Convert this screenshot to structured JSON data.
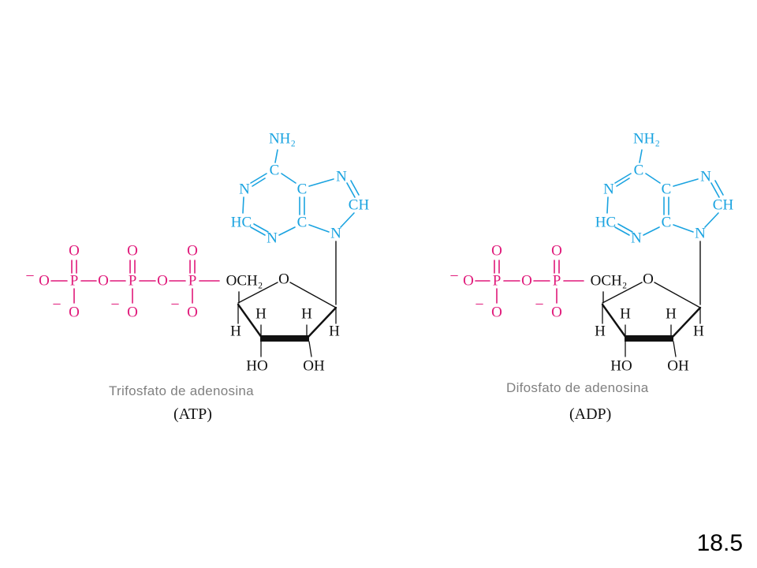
{
  "slide_number": "18.5",
  "colors": {
    "phosphate": "#e0197a",
    "base": "#1aa3e0",
    "sugar": "#111111"
  },
  "atp": {
    "caption": "Trifosfato de adenosina",
    "abbr": "(ATP)",
    "base": {
      "nh2": "NH₂",
      "c": "C",
      "n": "N",
      "hc": "HC",
      "ch": "CH"
    },
    "sugar": {
      "och2": "OCH₂",
      "o": "O",
      "h": "H",
      "oh": "OH",
      "ho": "HO"
    },
    "phosphate": {
      "p": "P",
      "o": "O",
      "minus": "−"
    }
  },
  "adp": {
    "caption": "Difosfato de adenosina",
    "abbr": "(ADP)",
    "base": {
      "nh2": "NH₂",
      "c": "C",
      "n": "N",
      "hc": "HC",
      "ch": "CH"
    },
    "sugar": {
      "och2": "OCH₂",
      "o": "O",
      "h": "H",
      "oh": "OH",
      "ho": "HO"
    },
    "phosphate": {
      "p": "P",
      "o": "O",
      "minus": "−"
    }
  }
}
